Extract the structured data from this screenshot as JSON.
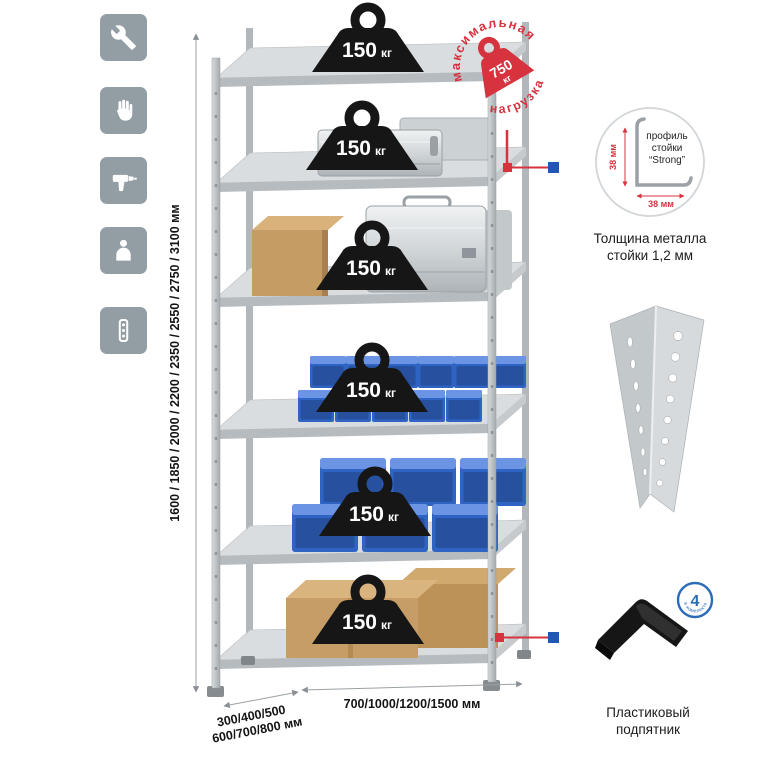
{
  "colors": {
    "accent_red": "#d6333f",
    "accent_blue": "#2b6cb8",
    "icon_gray": "#939da4"
  },
  "icons": [
    "wrench",
    "work-gloves",
    "drill",
    "person",
    "perforated-post"
  ],
  "rack": {
    "shelf_load_value": "150",
    "shelf_load_unit": "кг"
  },
  "stamp": {
    "line_top": "максимальная",
    "line_bottom": "нагрузка",
    "value": "750",
    "unit": "кг"
  },
  "dimensions": {
    "height": "1600 / 1850 / 2000 / 2200 / 2350 / 2550 / 2750 / 3100 мм",
    "width": "700/1000/1200/1500 мм",
    "depth_line1": "300/400/500",
    "depth_line2": "600/700/800 мм"
  },
  "profile_callout": {
    "label_line1": "профиль",
    "label_line2": "стойки",
    "label_line3": "“Strong”",
    "dim_side": "38 мм",
    "dim_bottom": "38 мм",
    "caption_line1": "Толщина металла",
    "caption_line2": "стойки 1,2 мм"
  },
  "foot_callout": {
    "badge_value": "4",
    "badge_label": "в комплекте",
    "caption_line1": "Пластиковый",
    "caption_line2": "подпятник"
  }
}
